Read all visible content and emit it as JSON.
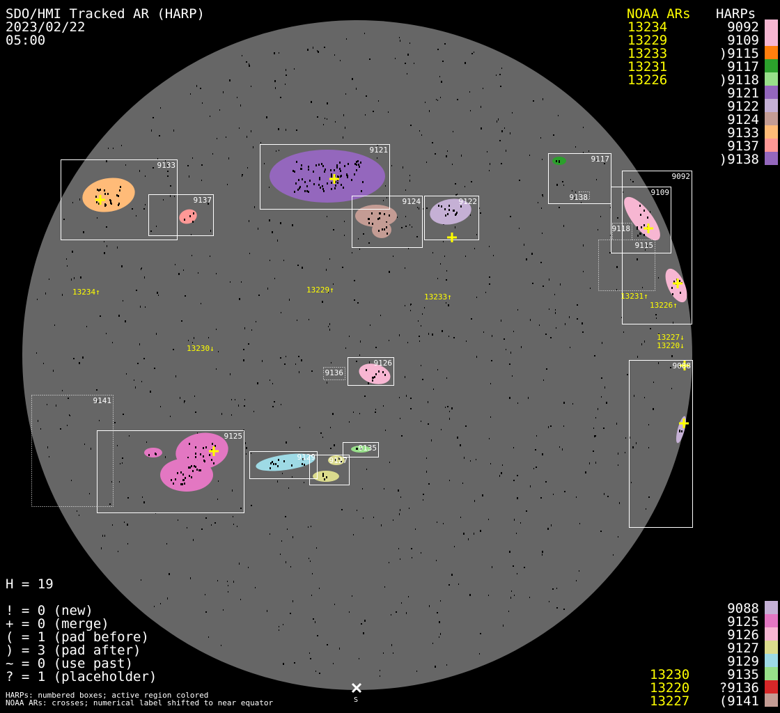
{
  "header": {
    "title": "SDO/HMI Tracked AR (HARP)",
    "date": "2023/02/22",
    "time": "05:00"
  },
  "top_legend": {
    "noaa_heading": "NOAA ARs",
    "harp_heading": "HARPs",
    "noaa": [
      "13234",
      "13229",
      "13233",
      "13231",
      "13226"
    ],
    "harps": [
      {
        "label": "9092",
        "color": "#f7b6d2"
      },
      {
        "label": "9109",
        "color": "#f7b6d2"
      },
      {
        "label": ")9115",
        "color": "#ff7f0e"
      },
      {
        "label": "9117",
        "color": "#2ca02c"
      },
      {
        "label": ")9118",
        "color": "#98df8a"
      },
      {
        "label": "9121",
        "color": "#9467bd"
      },
      {
        "label": "9122",
        "color": "#c5b0d5"
      },
      {
        "label": "9124",
        "color": "#c49c94"
      },
      {
        "label": "9133",
        "color": "#ffbb78"
      },
      {
        "label": "9137",
        "color": "#ff9896"
      },
      {
        "label": ")9138",
        "color": "#9467bd"
      }
    ]
  },
  "bottom_legend": {
    "noaa": [
      "13230",
      "13220",
      "13227"
    ],
    "harps": [
      {
        "label": "9088",
        "color": "#c5b0d5"
      },
      {
        "label": "9125",
        "color": "#e377c2"
      },
      {
        "label": "9126",
        "color": "#f7b6d2"
      },
      {
        "label": "9127",
        "color": "#dbdb8d"
      },
      {
        "label": "9129",
        "color": "#9edae5"
      },
      {
        "label": "9135",
        "color": "#98df8a"
      },
      {
        "label": "?9136",
        "color": "#d62728"
      },
      {
        "label": "(9141",
        "color": "#c49c94"
      }
    ]
  },
  "stats": {
    "count": "H = 19",
    "lines": [
      "! = 0 (new)",
      "+ = 0 (merge)",
      "( = 1 (pad before)",
      ") = 3 (pad after)",
      "~ = 0 (use past)",
      "? = 1 (placeholder)"
    ]
  },
  "footnote": [
    "HARPs: numbered boxes; active region colored",
    "NOAA ARs: crosses; numerical label shifted to near equator"
  ],
  "south_marker": "S",
  "disk": {
    "harp_boxes": [
      {
        "id": "9133",
        "color": "#ffbb78",
        "style": "solid"
      },
      {
        "id": "9137",
        "color": "#ff9896",
        "style": "solid"
      },
      {
        "id": "9121",
        "color": "#9467bd",
        "style": "solid"
      },
      {
        "id": "9124",
        "color": "#c49c94",
        "style": "solid"
      },
      {
        "id": "9122",
        "color": "#c5b0d5",
        "style": "solid"
      },
      {
        "id": "9117",
        "color": "#2ca02c",
        "style": "solid"
      },
      {
        "id": "9138",
        "color": "#9467bd",
        "style": "dotted"
      },
      {
        "id": "9092",
        "color": "#f7b6d2",
        "style": "solid"
      },
      {
        "id": "9109",
        "color": "#f7b6d2",
        "style": "solid"
      },
      {
        "id": "9118",
        "color": "#98df8a",
        "style": "dotted"
      },
      {
        "id": "9115",
        "color": "#ff7f0e",
        "style": "dotted"
      },
      {
        "id": "9136",
        "color": "#d62728",
        "style": "dotted"
      },
      {
        "id": "9126",
        "color": "#f7b6d2",
        "style": "solid"
      },
      {
        "id": "9141",
        "color": "#c49c94",
        "style": "dotted"
      },
      {
        "id": "9125",
        "color": "#e377c2",
        "style": "solid"
      },
      {
        "id": "9129",
        "color": "#9edae5",
        "style": "solid"
      },
      {
        "id": "9127",
        "color": "#dbdb8d",
        "style": "solid"
      },
      {
        "id": "9135",
        "color": "#98df8a",
        "style": "solid"
      },
      {
        "id": "9088",
        "color": "#c5b0d5",
        "style": "solid"
      }
    ],
    "noaa_labels": [
      "13234↑",
      "13229↑",
      "13233↑",
      "13230↓",
      "13231↑",
      "13226↑",
      "13227↓",
      "13220↓"
    ]
  }
}
